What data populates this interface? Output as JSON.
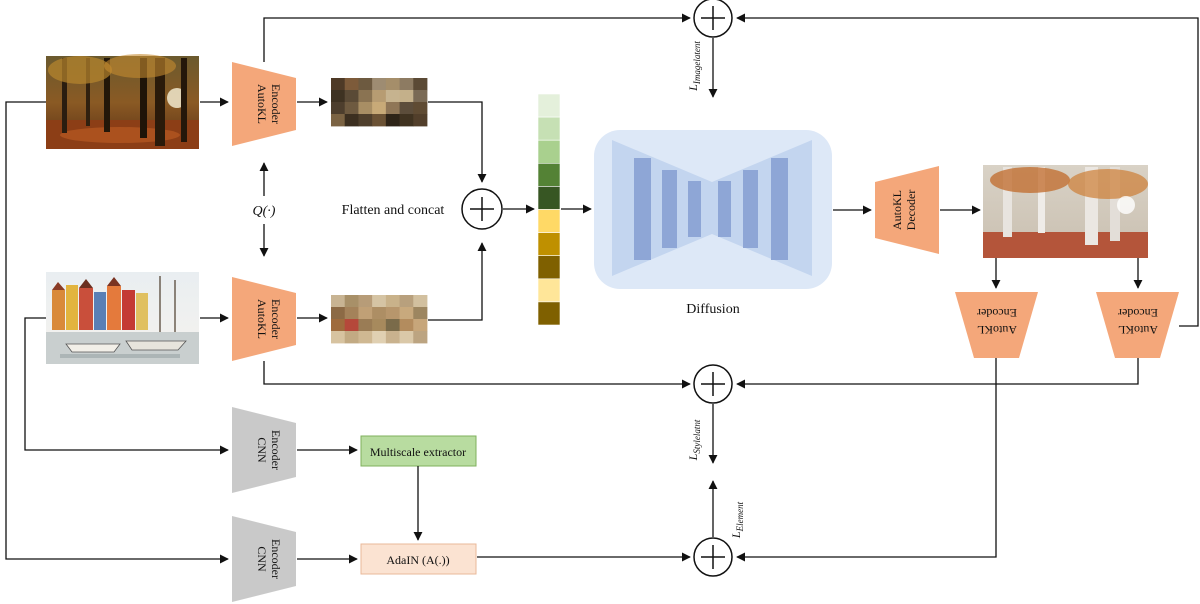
{
  "labels": {
    "autokl_encoder_line1": "AutoKL",
    "autokl_encoder_line2": "Encoder",
    "autokl_decoder_line1": "AutoKL",
    "autokl_decoder_line2": "Decoder",
    "cnn_encoder_line1": "CNN",
    "cnn_encoder_line2": "Encoder",
    "flatten_concat": "Flatten and concat",
    "quantizer": "Q(·)",
    "diffusion": "Diffusion",
    "multiscale_extractor": "Multiscale extractor",
    "adain": "AdaIN (A(.))",
    "loss_image": "L",
    "loss_image_sub": "Imagelatent",
    "loss_style": "L",
    "loss_style_sub": "Stylelatnt",
    "loss_element": "L",
    "loss_element_sub": "Element"
  },
  "colors": {
    "autokl": "#f4a77a",
    "cnn": "#c9c9c9",
    "unet_bg": "#dde8f7",
    "unet_shape": "#c3d5ef",
    "unet_bars": "#8ea6d6",
    "multiscale_fill": "#b8dca0",
    "multiscale_stroke": "#7fb05d",
    "adain_fill": "#fbe3d2",
    "adain_stroke": "#e9b899"
  },
  "latent_vector_colors": [
    "#e4f0db",
    "#c6e0b4",
    "#a9d08e",
    "#548235",
    "#375623",
    "#ffd966",
    "#bf9000",
    "#7f6000",
    "#ffe699",
    "#7f6000"
  ],
  "latent_grid_content": [
    "#4e3a26",
    "#7d5b3a",
    "#6d5a40",
    "#9e8c72",
    "#a58e6a",
    "#8d7b62",
    "#5b4a35",
    "#3e3222",
    "#5a4a36",
    "#8a7352",
    "#b79c72",
    "#c6b38f",
    "#c4b08a",
    "#7a6a55",
    "#4d3e2d",
    "#6e5a40",
    "#a88e64",
    "#c8aa78",
    "#8f7657",
    "#5c4d3b",
    "#5f4b33",
    "#7b6343",
    "#3c2f20",
    "#4f3f2c",
    "#6b5235",
    "#2e2418",
    "#403321",
    "#523f2b"
  ],
  "latent_grid_style": [
    "#c8b493",
    "#a89068",
    "#b79c78",
    "#d5c4a4",
    "#c9b28a",
    "#b8a07d",
    "#d2c09f",
    "#8c6a45",
    "#a4825a",
    "#c0a076",
    "#ad8e64",
    "#b7966c",
    "#c8a97d",
    "#9d8660",
    "#9f6b3d",
    "#b5483a",
    "#9a7c55",
    "#a78a5d",
    "#7a6b4a",
    "#b38c5e",
    "#c7a67a",
    "#d7c3a0",
    "#c2aa83",
    "#cfb892",
    "#e0d0b2",
    "#c9b28e",
    "#dac8a8",
    "#bca481"
  ]
}
